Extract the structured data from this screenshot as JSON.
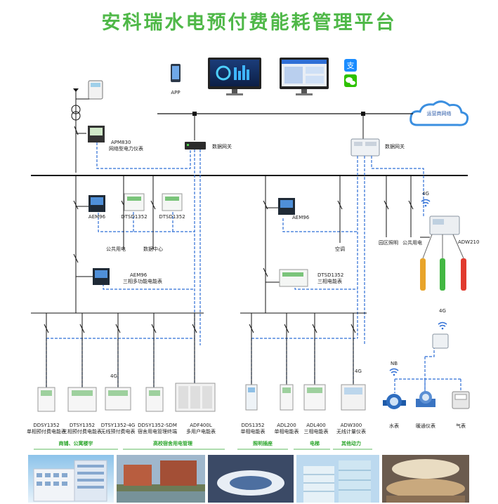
{
  "title": "安科瑞水电预付费能耗管理平台",
  "top": {
    "app": "APP",
    "cloud": "运营商网络"
  },
  "gateways": {
    "left": "数据网关",
    "right": "数据网关"
  },
  "apm830": {
    "model": "APM830",
    "desc": "网络型电力仪表"
  },
  "left_branch": {
    "aem96": "AEM96",
    "dtsd_a": "DTSD1352",
    "dtsd_b": "DTSD1352",
    "load_public": "公共用电",
    "load_data": "数据中心",
    "aem96_3p_model": "AEM96",
    "aem96_3p_desc": "三相多功能电能表"
  },
  "right_branch": {
    "aem96": "AEM96",
    "load_ac": "空调",
    "load_light": "园区照明",
    "load_public": "公共用电",
    "dtsd_model": "DTSD1352",
    "dtsd_desc": "三相电能表",
    "signal_4g": "4G",
    "adw210": "ADW210"
  },
  "bottom_left": {
    "m1_model": "DDSY1352",
    "m1_desc": "单相预付费电能表",
    "m2_model": "DTSY1352",
    "m2_desc": "三相预付费电能表",
    "m3_sig": "4G",
    "m3_model": "DTSY1352-4G",
    "m3_desc": "无线预付费电表",
    "m4_model": "DDSY1352-SDM",
    "m4_desc": "宿舍用电管理终端",
    "m5_model": "ADF400L",
    "m5_desc": "多用户电能表",
    "cat1": "商铺、公寓楼宇",
    "cat2": "高校宿舍用电管理"
  },
  "bottom_mid": {
    "m1_model": "DDS1352",
    "m1_desc": "单相电能表",
    "m2_model": "ADL200",
    "m2_desc": "单相电能表",
    "m3_model": "ADL400",
    "m3_desc": "三相电能表",
    "m4_sig": "4G",
    "m4_model": "ADW300",
    "m4_desc": "无线计量仪表",
    "cat1": "照明插座",
    "cat2": "电梯",
    "cat3": "其他动力"
  },
  "bottom_right": {
    "sig_top": "4G",
    "sig_nb": "NB",
    "water": "水表",
    "heat": "暖通仪表",
    "gas": "气表"
  },
  "colors": {
    "title": "#4fb848",
    "bus": "#111111",
    "comm": "#2f6fd6",
    "cat": "#2aa52a"
  }
}
